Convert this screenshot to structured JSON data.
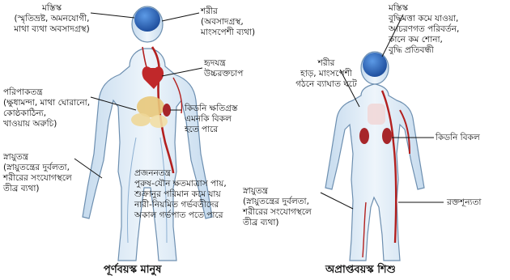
{
  "adult": {
    "caption": "পূর্ণবয়স্ক মানুষ",
    "labels": {
      "brain": "মস্তিস্ক\n(স্মৃতিভ্রষ্ট, অমনযোগী,\nমাথা ব্যথা অবসাদগ্রস্থ)",
      "body": "শরীর\n(অবসাদগ্রস্থ,\nমাংসপেশী ব্যথা)",
      "heart": "হৃদযন্ত্র\nউচ্চরক্তচাপ",
      "digestive": "পরিপাকতন্ত্র\n(ক্ষুধামন্দা, মাথা ঘোরানো,\nকোষ্ঠকাঠিন্য,\nখাওয়ায় অরুচি)",
      "kidney": "কিডনি ক্ষতিগ্রস্ত\nএমনকি বিকল\nহতে পারে",
      "nerves": "স্নায়ুতন্ত্র\n(স্নায়ুতন্ত্রের দুর্বলতা,\nশরীরের সংযোগস্থলে\nতীব্র ব্যথা)",
      "reproductive": "প্রজননতন্ত্র\nপুরুষ-যৌন ক্ষতমাত্রাস পায়,\nশুক্রানুর পরিমান কমে যায়\nনারী-নিয়মিত গর্ভবতীদের\nঅকাল গর্ভপাত পতে পারে"
    }
  },
  "child": {
    "caption": "অপ্রাপ্তবয়স্ক শিশু",
    "labels": {
      "brain": "মস্তিস্ক\nবুদ্ধিমত্তা কমে যাওয়া,\nআচরণগত পরিবর্তন,\nকানে কম শোনা,\nবুদ্ধি প্রতিবন্ধী",
      "body": "শরীর\nহাড়, মাংসপেশী\nগঠনে ব্যাঘাত ঘটে",
      "kidney": "কিডনি বিকল",
      "nerves": "স্নায়ুতন্ত্র\n(স্নায়ুতন্ত্রের দুর্বলতা,\nশরীরের সংযোগস্থলে\nতীব্র ব্যথা)",
      "anemia": "রক্তশূন্যতা"
    }
  },
  "colors": {
    "brain": "#1f5fb8",
    "heart": "#c0282a",
    "vessel": "#b3201f",
    "digestive": "#e8c87a",
    "skin": "#dbe9f5",
    "outline": "#6d8fb0",
    "leader": "#111111"
  }
}
